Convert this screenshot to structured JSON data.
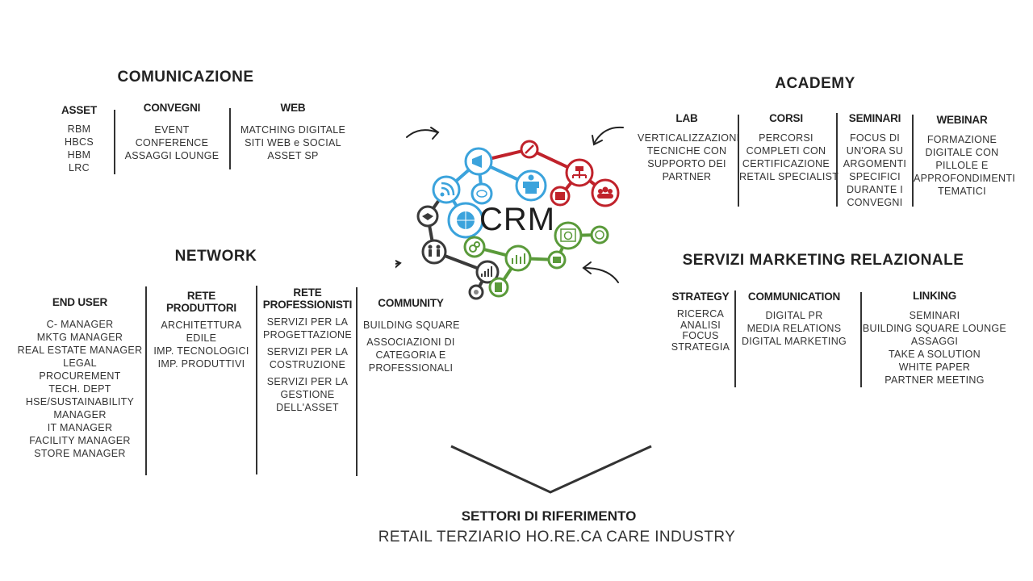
{
  "comunicazione": {
    "title": "COMUNICAZIONE",
    "columns": [
      {
        "header": "ASSET",
        "items": [
          "RBM",
          "HBCS",
          "HBM",
          "LRC"
        ]
      },
      {
        "header": "CONVEGNI",
        "items": [
          "EVENT",
          "CONFERENCE",
          "ASSAGGI LOUNGE"
        ]
      },
      {
        "header": "WEB",
        "items": [
          "MATCHING DIGITALE",
          "SITI WEB e SOCIAL",
          "ASSET SP"
        ]
      }
    ]
  },
  "academy": {
    "title": "ACADEMY",
    "columns": [
      {
        "header": "LAB",
        "items": [
          "VERTICALIZZAZIONI",
          "TECNICHE CON",
          "SUPPORTO DEI",
          "PARTNER"
        ]
      },
      {
        "header": "CORSI",
        "items": [
          "PERCORSI",
          "COMPLETI CON",
          "CERTIFICAZIONE",
          "RETAIL SPECIALIST"
        ]
      },
      {
        "header": "SEMINARI",
        "items": [
          "FOCUS DI",
          "UN'ORA SU",
          "ARGOMENTI",
          "SPECIFICI",
          "DURANTE I",
          "CONVEGNI"
        ]
      },
      {
        "header": "WEBINAR",
        "items": [
          "FORMAZIONE",
          "DIGITALE CON",
          "PILLOLE E",
          "APPROFONDIMENTI",
          "TEMATICI"
        ]
      }
    ]
  },
  "network": {
    "title": "NETWORK",
    "columns": [
      {
        "header": [
          "END USER"
        ],
        "items": [
          "C- MANAGER",
          "MKTG MANAGER",
          "REAL ESTATE MANAGER",
          "LEGAL",
          "PROCUREMENT",
          "TECH. DEPT",
          "HSE/SUSTAINABILITY",
          "MANAGER",
          "IT MANAGER",
          "FACILITY MANAGER",
          "STORE MANAGER"
        ]
      },
      {
        "header": [
          "RETE",
          "PRODUTTORI"
        ],
        "items": [
          "ARCHITETTURA",
          "EDILE",
          "IMP. TECNOLOGICI",
          "IMP. PRODUTTIVI"
        ]
      },
      {
        "header": [
          "RETE",
          "PROFESSIONISTI"
        ],
        "groups": [
          [
            "SERVIZI PER LA",
            "PROGETTAZIONE"
          ],
          [
            "SERVIZI PER LA",
            "COSTRUZIONE"
          ],
          [
            "SERVIZI PER LA",
            "GESTIONE",
            "DELL'ASSET"
          ]
        ]
      },
      {
        "header": [
          "COMMUNITY"
        ],
        "groups": [
          [
            "BUILDING SQUARE"
          ],
          [
            "ASSOCIAZIONI DI",
            "CATEGORIA E",
            "PROFESSIONALI"
          ]
        ]
      }
    ]
  },
  "marketing": {
    "title": "SERVIZI MARKETING RELAZIONALE",
    "columns": [
      {
        "header": "STRATEGY",
        "items": [
          "RICERCA",
          "ANALISI",
          "FOCUS",
          "STRATEGIA"
        ]
      },
      {
        "header": "COMMUNICATION",
        "items": [
          "DIGITAL PR",
          "MEDIA RELATIONS",
          "DIGITAL MARKETING"
        ]
      },
      {
        "header": "LINKING",
        "items": [
          "SEMINARI",
          "BUILDING SQUARE LOUNGE",
          "ASSAGGI",
          "TAKE A SOLUTION",
          "WHITE PAPER",
          "PARTNER MEETING"
        ]
      }
    ]
  },
  "crm": {
    "label": "CRM",
    "colors": {
      "blue": "#3ba3dc",
      "red": "#c0222b",
      "green": "#5a9a3a",
      "dark": "#3a3a3a"
    }
  },
  "footer": {
    "title": "SETTORI DI RIFERIMENTO",
    "sectors": "RETAIL TERZIARIO HO.RE.CA CARE INDUSTRY"
  }
}
